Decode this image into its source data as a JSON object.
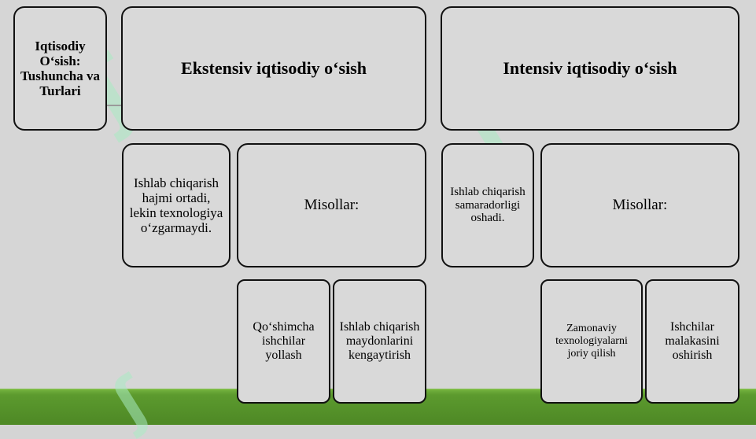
{
  "root": {
    "title": "Iqtisodiy O‘sish: Tushuncha va Turlari"
  },
  "extensive": {
    "heading": "Ekstensiv iqtisodiy o‘sish",
    "description": "Ishlab chiqarish hajmi ortadi, lekin texnologiya o‘zgarmaydi.",
    "examples_label": "Misollar:",
    "examples": [
      "Qo‘shimcha ishchilar yollash",
      "Ishlab chiqarish maydonlarini kengaytirish"
    ]
  },
  "intensive": {
    "heading": "Intensiv iqtisodiy o‘sish",
    "description": "Ishlab chiqarish samaradorligi oshadi.",
    "examples_label": "Misollar:",
    "examples": [
      "Zamonaviy texnologiyalarni joriy qilish",
      "Ishchilar malakasini oshirish"
    ]
  },
  "colors": {
    "background": "#d6d6d6",
    "grass": "#5c9a2e",
    "box_border": "#111111"
  }
}
